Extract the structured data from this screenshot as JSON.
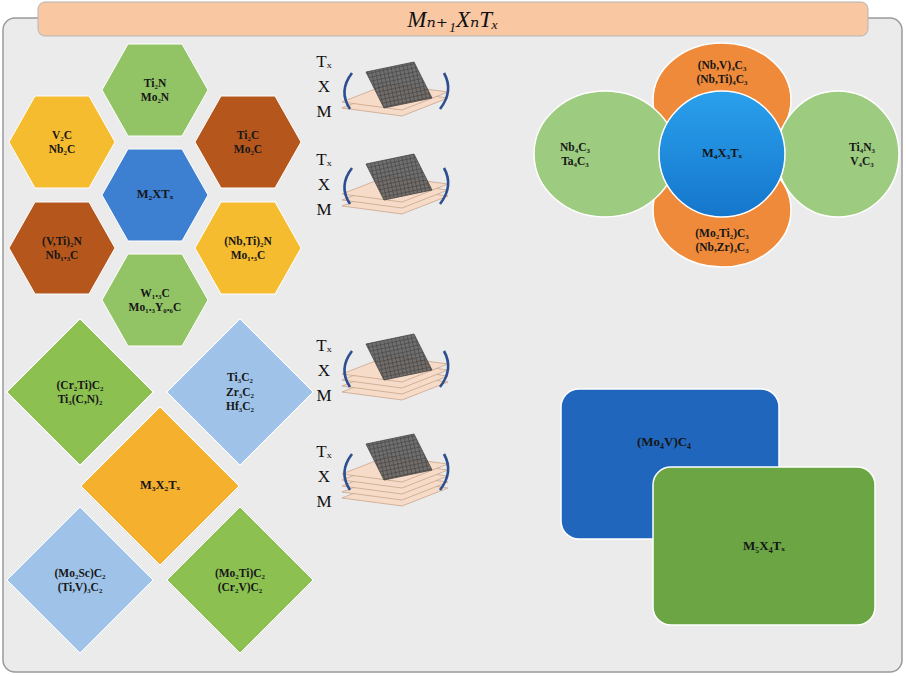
{
  "diagram": {
    "title": "Mₙ₊₁XₙTₓ",
    "nodes": [
      {
        "text": [
          "Ti₂N",
          "Mo₂N"
        ]
      },
      {
        "text": [
          "V₂C",
          "Nb₂C"
        ]
      },
      {
        "text": [
          "M₂XTₓ"
        ]
      },
      {
        "text": [
          "Ti₂C",
          "Mo₂C"
        ]
      },
      {
        "text": [
          "(V,Ti)₂N",
          "Nb₁.₃C"
        ]
      },
      {
        "text": [
          "(Nb,Ti)₂N",
          "Mo₁.₃C"
        ]
      },
      {
        "text": [
          "W₁.₃C",
          "Mo₁.₃Y₀.₆C"
        ]
      },
      {
        "text": [
          "(Nb,V)₄C₃",
          "(Nb,Ti)₄C₃"
        ]
      },
      {
        "text": [
          "Nb₄C₃",
          "Ta₄C₃"
        ]
      },
      {
        "text": [
          "M₄X₃Tₓ"
        ]
      },
      {
        "text": [
          "Ti₄N₃",
          "V₄C₃"
        ]
      },
      {
        "text": [
          "(Mo₂Ti₂)C₃",
          "(Nb,Zr)₄C₃"
        ]
      },
      {
        "text": [
          "(Cr₂Ti)C₂",
          "Ti₃(C,N)₂"
        ]
      },
      {
        "text": [
          "Ti₃C₂",
          "Zr₃C₂",
          "Hf₃C₂"
        ]
      },
      {
        "text": [
          "M₃X₂Tₓ"
        ]
      },
      {
        "text": [
          "(Mo₂Sc)C₂",
          "(Ti,V)₃C₂"
        ]
      },
      {
        "text": [
          "(Mo₂Ti)C₂",
          "(Cr₂V)C₂"
        ]
      },
      {
        "text": [
          "(Mo₄V)C₄"
        ]
      },
      {
        "text": [
          "M₅X₄Tₓ"
        ]
      }
    ],
    "labels": [
      "Tₓ",
      "X",
      "M",
      "Tₓ",
      "X",
      "M",
      "Tₓ",
      "X",
      "M",
      "Tₓ",
      "X",
      "M"
    ]
  }
}
